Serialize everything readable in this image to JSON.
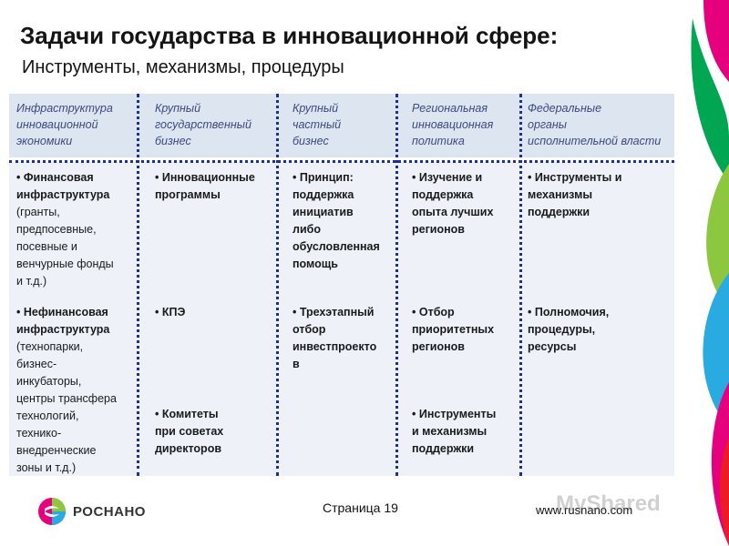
{
  "title": "Задачи государства в инновационной сфере:",
  "subtitle": "Инструменты, механизмы, процедуры",
  "columns": [
    {
      "header": [
        "Инфраструктура",
        "инновационной",
        "экономики"
      ]
    },
    {
      "header": [
        "Крупный",
        "государственный",
        "бизнес"
      ]
    },
    {
      "header": [
        "Крупный",
        "частный",
        "бизнес"
      ]
    },
    {
      "header": [
        "Региональная",
        "инновационная",
        "политика"
      ]
    },
    {
      "header": [
        "Федеральные",
        "органы",
        "исполнительной власти"
      ]
    }
  ],
  "cells": {
    "c0a": [
      "• Финансовая",
      "инфраструктура",
      "(гранты,",
      "предпосевные,",
      "посевные и",
      "венчурные фонды",
      "и т.д.)"
    ],
    "c0b": [
      "• Нефинансовая",
      "инфраструктура",
      "(технопарки,",
      "бизнес-",
      "инкубаторы,",
      "центры трансфера",
      "технологий,",
      "технико-",
      "внедренческие",
      "зоны и т.д.)"
    ],
    "c1a": [
      "• Инновационные",
      "программы"
    ],
    "c1b": [
      "• КПЭ"
    ],
    "c1c": [
      "• Комитеты",
      "при советах",
      "директоров"
    ],
    "c2a": [
      "• Принцип:",
      "поддержка",
      "инициатив",
      "либо",
      "обусловленная",
      "помощь"
    ],
    "c2b": [
      "• Трехэтапный",
      "отбор",
      "инвестпроекто",
      "в"
    ],
    "c3a": [
      "• Изучение и",
      "поддержка",
      "опыта лучших",
      "регионов"
    ],
    "c3b": [
      "• Отбор",
      "приоритетных",
      "регионов"
    ],
    "c3c": [
      "• Инструменты",
      "и механизмы",
      "поддержки"
    ],
    "c4a": [
      "• Инструменты и",
      "механизмы",
      "поддержки"
    ],
    "c4b": [
      "• Полномочия,",
      "процедуры,",
      "ресурсы"
    ]
  },
  "footer": {
    "logo_text": "РОСНАНО",
    "page": "Страница 19",
    "url": "www.rusnano.com",
    "watermark": "MyShared"
  },
  "colors": {
    "header_band": "#dde5f1",
    "body_band": "#eef2f8",
    "separator": "#1f2f9a",
    "header_text": "#3a4a80"
  }
}
